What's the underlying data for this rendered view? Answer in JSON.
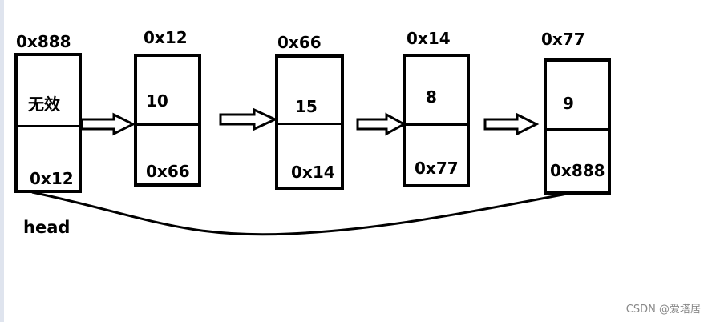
{
  "nodes": [
    {
      "address": "0x888",
      "data": "无效",
      "next": "0x12"
    },
    {
      "address": "0x12",
      "data": "10",
      "next": "0x66"
    },
    {
      "address": "0x66",
      "data": "15",
      "next": "0x14"
    },
    {
      "address": "0x14",
      "data": "8",
      "next": "0x77"
    },
    {
      "address": "0x77",
      "data": "9",
      "next": "0x888"
    }
  ],
  "head_label": "head",
  "watermark": "CSDN @爱塔居"
}
